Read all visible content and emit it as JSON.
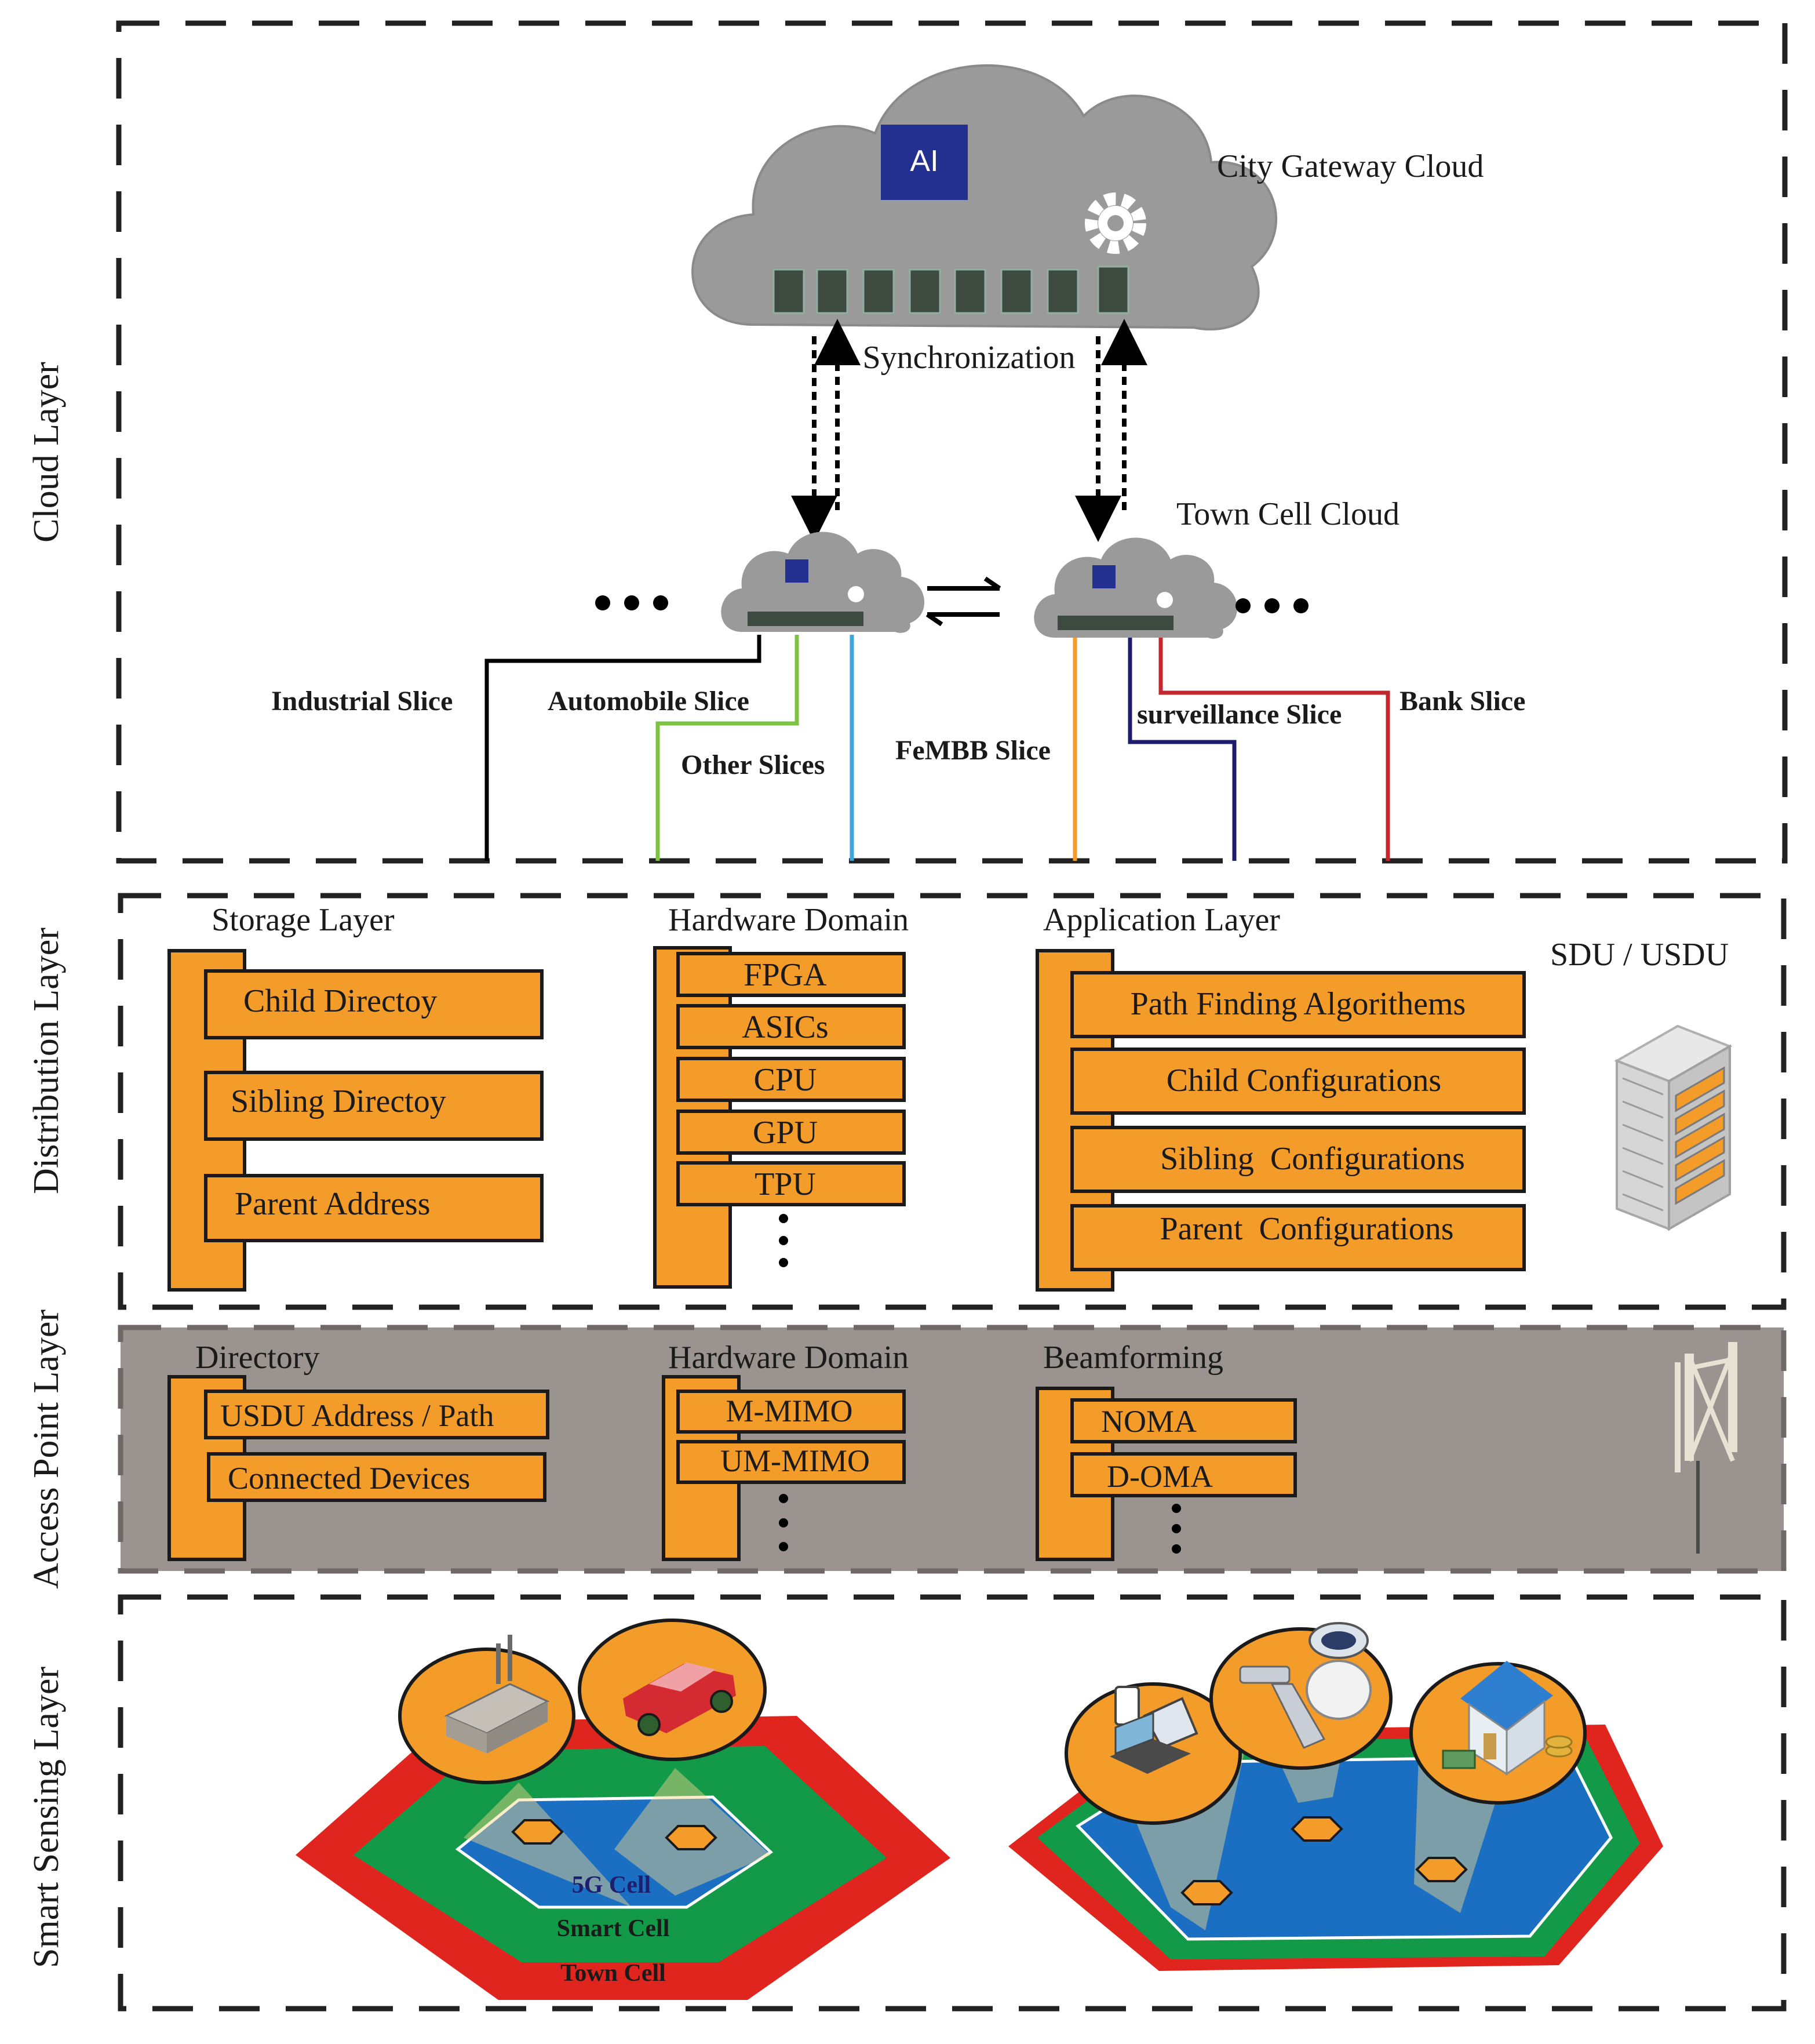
{
  "side_labels": {
    "cloud": "Cloud Layer",
    "distribution": "Distribution Layer",
    "access_point": "Access Point Layer",
    "smart_sensing": "Smart Sensing Layer"
  },
  "cloud_layer": {
    "gateway_cloud_label": "City Gateway Cloud",
    "ai_label": "AI",
    "sync_label": "Synchronization",
    "town_cell_cloud_label": "Town Cell Cloud",
    "slices": {
      "industrial": "Industrial Slice",
      "automobile": "Automobile Slice",
      "other": "Other Slices",
      "femmb": "FeMBB Slice",
      "surveillance": "surveillance Slice",
      "bank": "Bank Slice"
    },
    "slice_colors": {
      "industrial": "#000000",
      "automobile": "#7dc242",
      "other": "#3aa6dd",
      "femmb": "#f39c2a",
      "surveillance": "#1d1e6e",
      "bank": "#c1272d"
    }
  },
  "distribution_layer": {
    "sdu_label": "SDU / USDU",
    "storage": {
      "title": "Storage Layer",
      "items": [
        "Child Directoy",
        "Sibling Directoy",
        "Parent Address"
      ]
    },
    "hardware": {
      "title": "Hardware Domain",
      "items": [
        "FPGA",
        "ASICs",
        "CPU",
        "GPU",
        "TPU"
      ]
    },
    "application": {
      "title": "Application Layer",
      "items": [
        "Path Finding Algorithems",
        "Child Configurations",
        "Sibling  Configurations",
        "Parent  Configurations"
      ]
    }
  },
  "access_point_layer": {
    "directory": {
      "title": "Directory",
      "items": [
        "USDU Address / Path",
        "Connected Devices"
      ]
    },
    "hardware": {
      "title": "Hardware Domain",
      "items": [
        "M-MIMO",
        "UM-MIMO"
      ]
    },
    "beamforming": {
      "title": "Beamforming",
      "items": [
        "NOMA",
        "D-OMA"
      ]
    }
  },
  "smart_sensing_layer": {
    "cells": [
      "5G Cell",
      "Smart Cell",
      "Town Cell"
    ]
  },
  "colors": {
    "orange": "#f39c2a",
    "cloud_gray": "#9a9a9a",
    "ap_band": "#9b9390",
    "ai_blue": "#24308f",
    "town_red": "#e0241e",
    "smart_green": "#129a48",
    "cell_blue": "#1a6fc2"
  }
}
